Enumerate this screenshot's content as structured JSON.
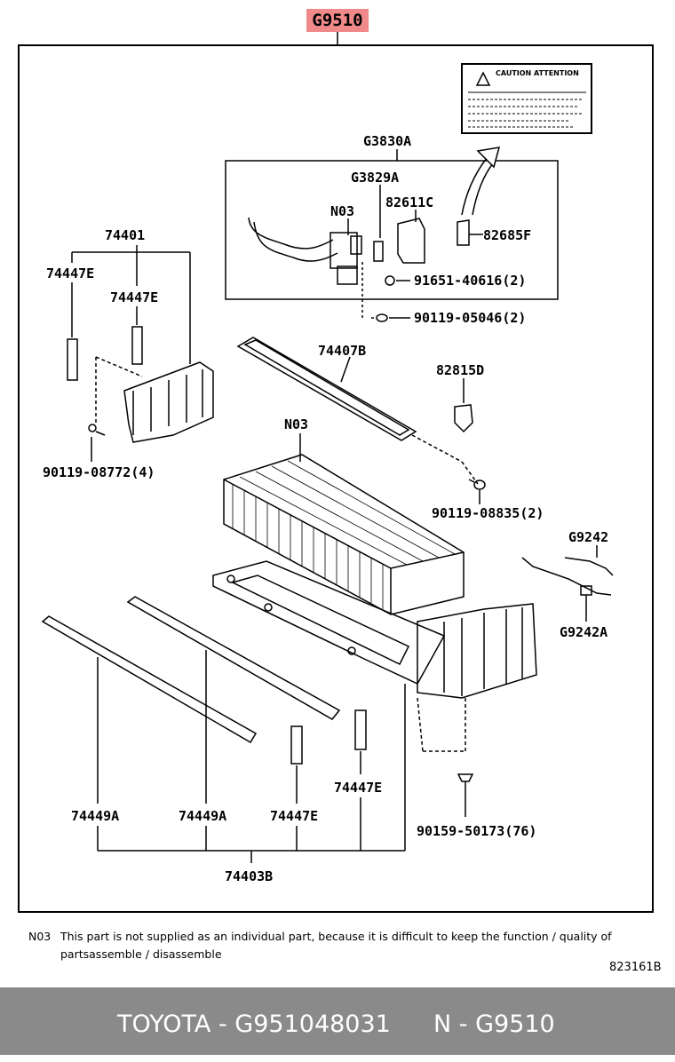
{
  "title_code": "G9510",
  "labels": {
    "g3830a": "G3830A",
    "g3829a": "G3829A",
    "p82611c": "82611C",
    "n03_top": "N03",
    "p82685f": "82685F",
    "p91651": "91651-40616(2)",
    "p90119_05046": "90119-05046(2)",
    "p74401": "74401",
    "p74447e_a": "74447E",
    "p74447e_b": "74447E",
    "p74407b": "74407B",
    "p82815d": "82815D",
    "n03_mid": "N03",
    "p90119_08772": "90119-08772(4)",
    "p90119_08835": "90119-08835(2)",
    "g9242": "G9242",
    "g9242a": "G9242A",
    "p74447e_c": "74447E",
    "p74449a_a": "74449A",
    "p74449a_b": "74449A",
    "p74447e_d": "74447E",
    "p90159": "90159-50173(76)",
    "p74403b": "74403B"
  },
  "caution_label": {
    "heading": "CAUTION  ATTENTION"
  },
  "note": {
    "code": "N03",
    "line1": "This part is not supplied as an individual part, because it is difficult to keep the function / quality of",
    "line2": "partsassemble / disassemble"
  },
  "diagram_ref": "823161B",
  "footer": {
    "brand_part": "TOYOTA - G951048031",
    "section": "N - G9510"
  }
}
